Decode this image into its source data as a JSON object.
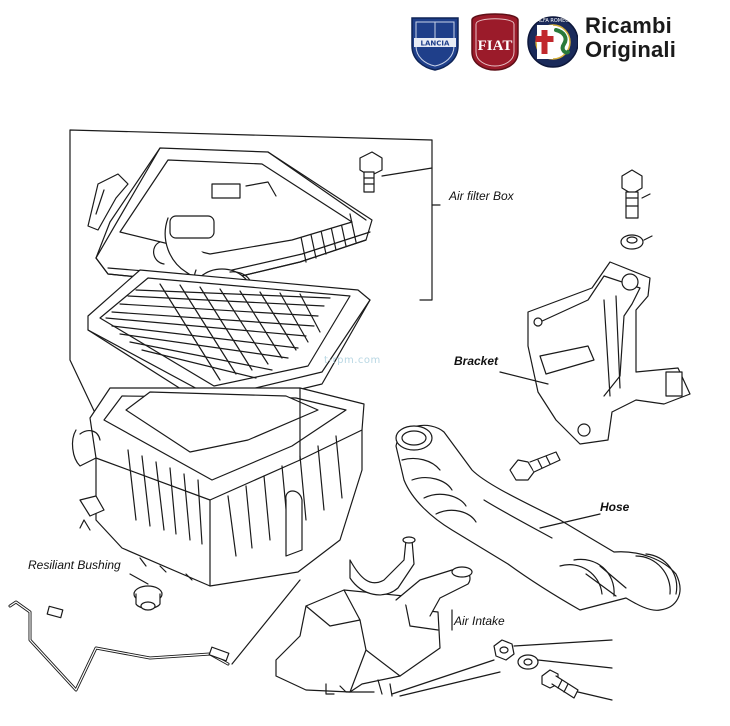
{
  "header": {
    "brand_line1": "Ricambi",
    "brand_line2": "Originali",
    "logo_lancia_text": "LANCIA",
    "logo_fiat_text": "FIAT",
    "logo_alfa_text": "ALFA ROMEO"
  },
  "watermark": "t-rpm.com",
  "parts": {
    "air_filter_box": "Air filter Box",
    "bracket": "Bracket",
    "hose": "Hose",
    "resiliant_bushing": "Resiliant Bushing",
    "air_intake": "Air Intake"
  },
  "colors": {
    "line": "#1a1a1a",
    "lancia_blue": "#1f3f8a",
    "fiat_red": "#9b1b2a",
    "alfa_green": "#2a7a3b",
    "alfa_red": "#c0282d"
  }
}
